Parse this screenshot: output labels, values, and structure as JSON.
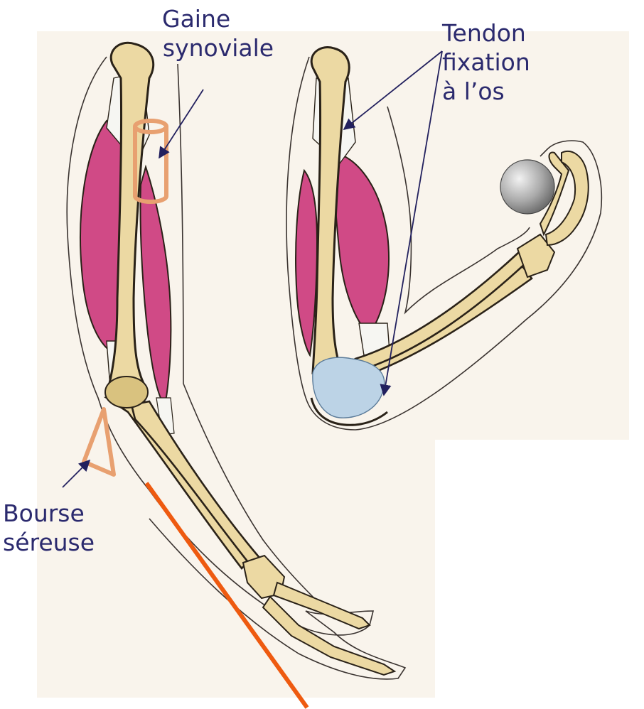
{
  "labels": {
    "gaine": [
      "Gaine",
      "synoviale"
    ],
    "tendon": [
      "Tendon",
      "fixation",
      "à l’os"
    ],
    "bourse": [
      "Bourse",
      "séreuse"
    ]
  },
  "colors": {
    "text": "#2b2a6e",
    "arrow": "#22205e",
    "bone": "#ecd9a3",
    "bone_outline": "#2a2218",
    "muscle": "#d04a86",
    "tendon": "#f6f6f2",
    "annotation_orange": "#e8a070",
    "line_orange": "#ee5a10",
    "cartilage": "#bcd3e6",
    "ball": "#a9a9a9",
    "paper": "#f9f4ec"
  }
}
